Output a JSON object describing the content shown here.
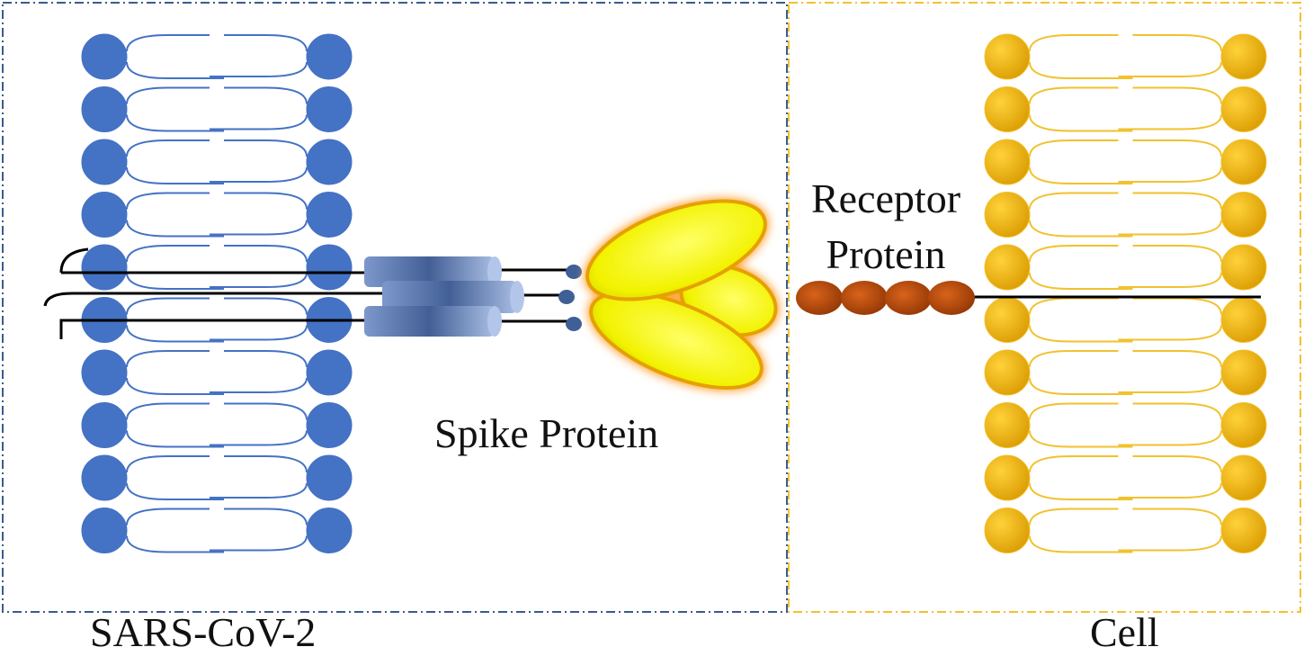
{
  "labels": {
    "virus": "SARS-CoV-2",
    "spike": "Spike Protein",
    "receptor_line1": "Receptor",
    "receptor_line2": "Protein",
    "cell": "Cell"
  },
  "colors": {
    "virus_membrane": "#4472c4",
    "cell_membrane": "#f2c12e",
    "virus_frame": "#3b5b8c",
    "cell_frame": "#f2c12e",
    "spike_stalk": "#8ea7d6",
    "spike_head": "#ffff00",
    "spike_glow": "#ff9d2a",
    "receptor_bead": "#b84a0c"
  },
  "icons": {
    "virus_phospholipid": "phospholipid-pair",
    "cell_phospholipid": "phospholipid-pair",
    "spike": "trimeric-spike-protein",
    "receptor": "bead-chain-receptor"
  }
}
